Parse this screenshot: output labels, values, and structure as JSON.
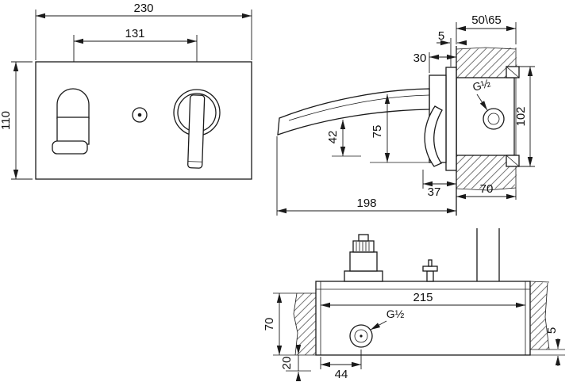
{
  "page": {
    "background": "#ffffff",
    "line_color": "#1a1a1a",
    "title": "wall-mounted basin mixer dimensional drawing"
  },
  "front_view": {
    "dims": {
      "overall_width": "230",
      "hole_spacing": "131",
      "overall_height": "110"
    }
  },
  "side_view": {
    "dims": {
      "wall_depth_range": "50\\65",
      "trim_gap": "5",
      "trim_depth": "30",
      "spout_drop": "42",
      "outlet_height": "75",
      "handle_depth": "37",
      "rough_in_height": "102",
      "wall_thickness": "70",
      "spout_reach": "198",
      "thread_size": "G½"
    }
  },
  "plan_view": {
    "dims": {
      "body_width": "215",
      "wall_thickness": "70",
      "depth_offset": "20",
      "inlet_offset": "44",
      "edge_clearance": "5",
      "thread_size": "G½"
    }
  }
}
